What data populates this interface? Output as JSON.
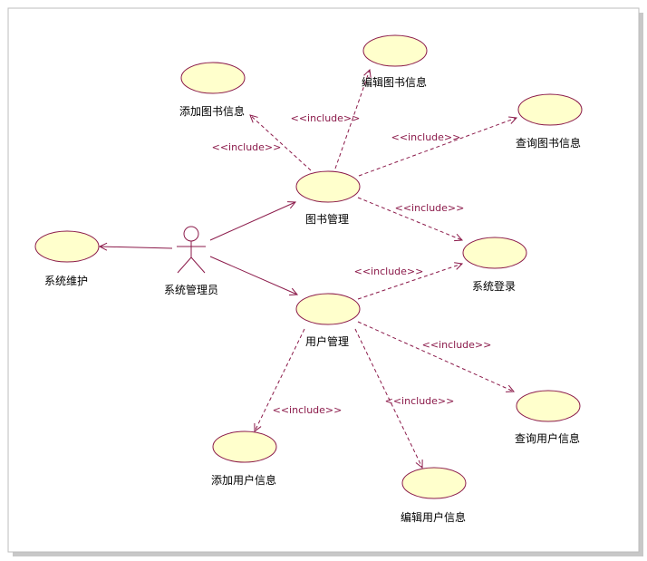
{
  "colors": {
    "usecase_fill": "#ffffcc",
    "line": "#8b1a4a",
    "text": "#000000",
    "shadow": "#c8c8c8",
    "border": "#bdbdbd"
  },
  "actor": {
    "label": "系统管理员",
    "icon": "stick-figure-icon"
  },
  "usecases": {
    "book_mgmt": "图书管理",
    "user_mgmt": "用户管理",
    "sys_maint": "系统维护",
    "login": "系统登录",
    "add_book": "添加图书信息",
    "edit_book": "编辑图书信息",
    "query_book": "查询图书信息",
    "add_user": "添加用户信息",
    "edit_user": "编辑用户信息",
    "query_user": "查询用户信息"
  },
  "stereotypes": {
    "add_book": "<<include>>",
    "edit_book": "<<include>>",
    "query_book": "<<include>>",
    "book_login": "<<include>>",
    "user_login": "<<include>>",
    "query_user": "<<include>>",
    "edit_user": "<<include>>",
    "add_user": "<<include>>"
  }
}
